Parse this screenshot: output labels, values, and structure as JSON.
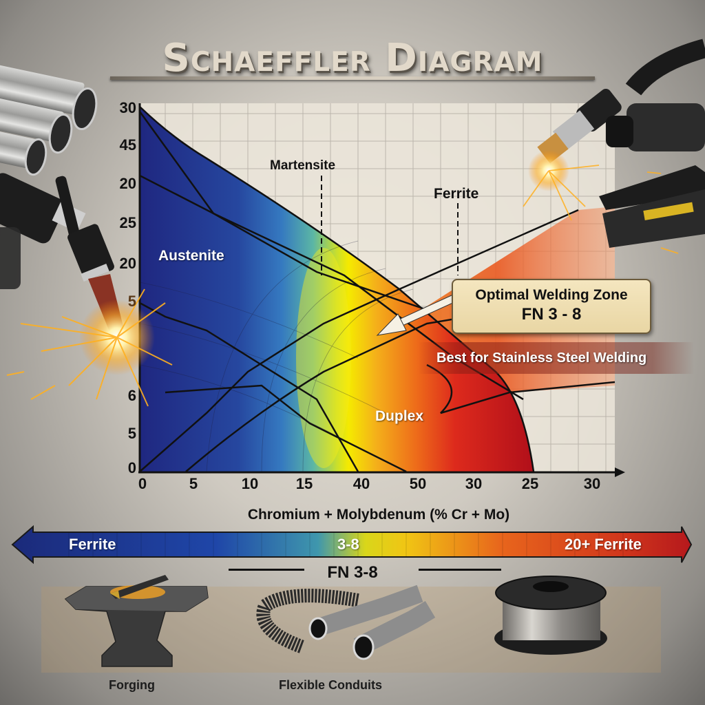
{
  "title": "Schaeffler Diagram",
  "chart_data": {
    "type": "phase-diagram",
    "title": "Schaeffler Diagram",
    "xlabel": "Chromium + Molybdenum (% Cr + Mo)",
    "ylabel": "",
    "x_tick_labels": [
      "0",
      "5",
      "10",
      "15",
      "40",
      "50",
      "30",
      "25",
      "30"
    ],
    "y_tick_labels_top_to_bottom": [
      "30",
      "45",
      "20",
      "25",
      "20",
      "5",
      "",
      "6",
      "5",
      "0"
    ],
    "grid": true,
    "regions": [
      {
        "name": "Austenite",
        "color": "#27338f"
      },
      {
        "name": "Martensite",
        "color": "#3a6fc0"
      },
      {
        "name": "Ferrite",
        "color": "#e85a1c"
      },
      {
        "name": "Duplex",
        "color": "#c8141c"
      }
    ],
    "color_gradient": [
      "#1f2a86",
      "#2b5bb5",
      "#44a9b0",
      "#f2e600",
      "#f39c12",
      "#e2341c",
      "#b3101a"
    ],
    "annotations": [
      {
        "text": "Optimal Welding Zone",
        "subtext": "FN 3 - 8"
      },
      {
        "text": "Best for Stainless Steel Welding"
      }
    ]
  },
  "labels": {
    "austenite": "Austenite",
    "martensite": "Martensite",
    "ferrite": "Ferrite",
    "duplex": "Duplex"
  },
  "callout": {
    "line1": "Optimal Welding Zone",
    "line2": "FN 3 - 8",
    "note": "Best for Stainless Steel Welding"
  },
  "scale_bar": {
    "left_label": "Ferrite",
    "center_label": "3-8",
    "right_label": "20+ Ferrite",
    "caption": "FN 3-8"
  },
  "applications": [
    {
      "label": "Forging",
      "icon": "anvil-icon"
    },
    {
      "label": "Flexible Conduits",
      "icon": "conduit-icon"
    },
    {
      "label": "",
      "icon": "wire-spool-icon"
    }
  ],
  "decorations": [
    "steel-pipes-icon",
    "tig-torch-icon",
    "mig-torch-icon",
    "electrode-holder-icon",
    "sparks-icon"
  ],
  "colors": {
    "title": "#e2d9ca",
    "callout_bg": "#f1e2b8",
    "blue": "#1f2a86",
    "yellow": "#f2e600",
    "red": "#b3101a"
  }
}
